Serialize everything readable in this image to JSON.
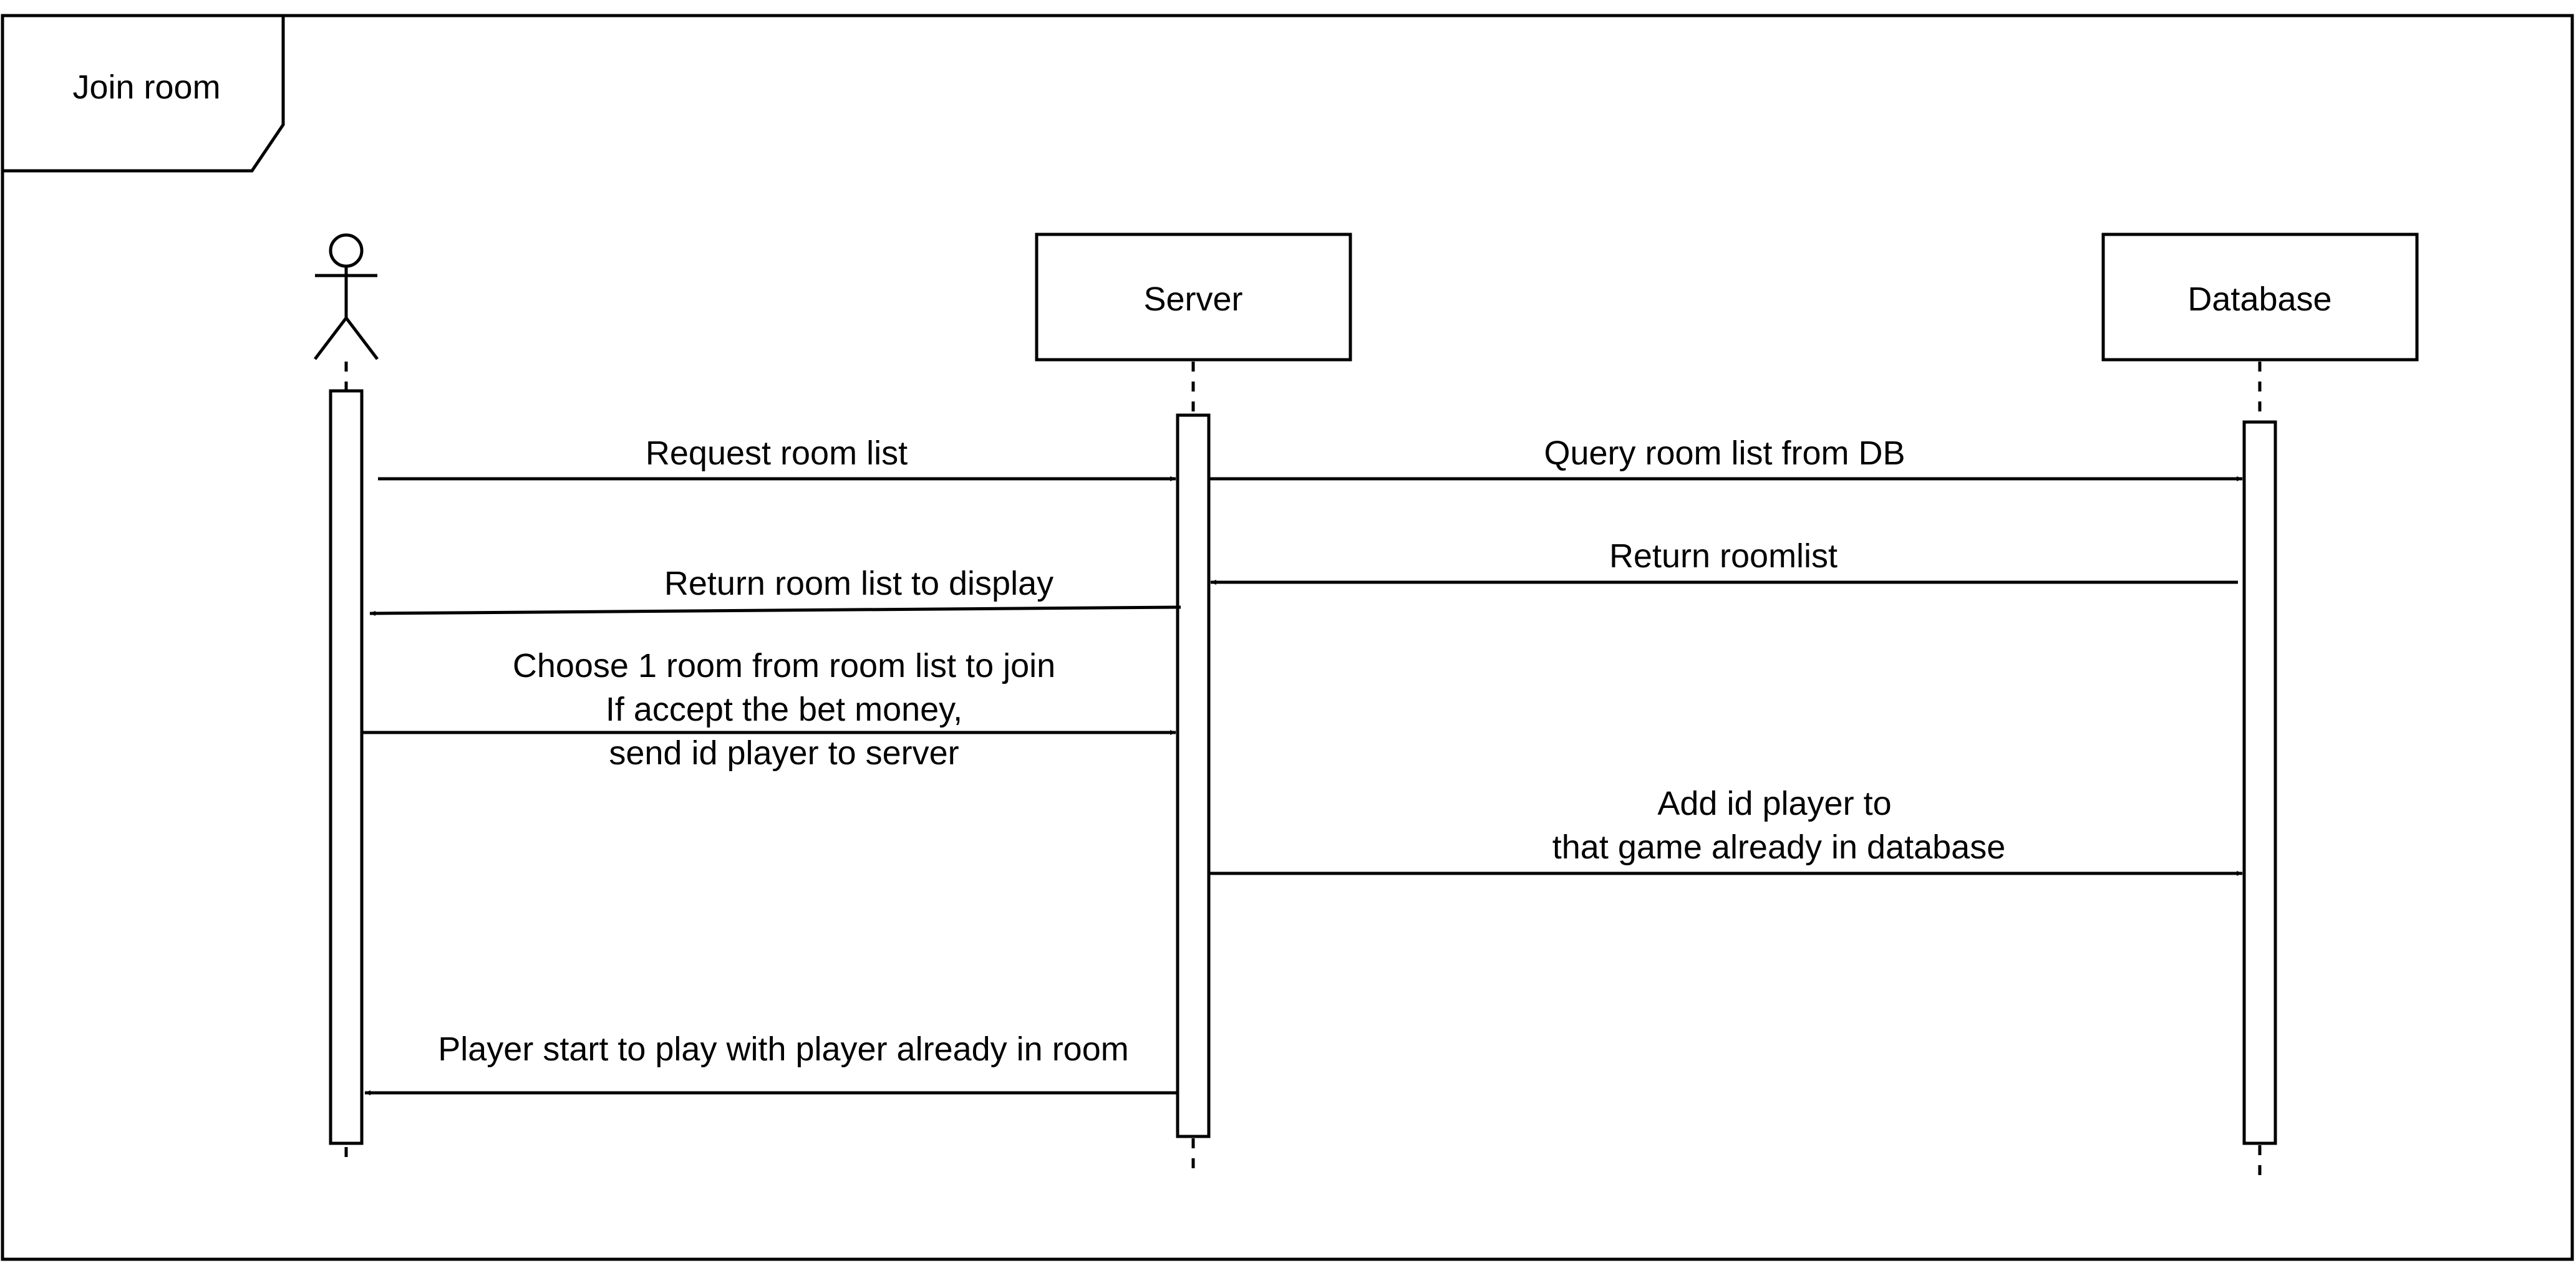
{
  "frame": {
    "title": "Join room"
  },
  "lifelines": {
    "server": {
      "label": "Server"
    },
    "database": {
      "label": "Database"
    }
  },
  "messages": [
    {
      "label_lines": [
        "Request room list"
      ]
    },
    {
      "label_lines": [
        "Query room list from DB"
      ]
    },
    {
      "label_lines": [
        "Return roomlist"
      ]
    },
    {
      "label_lines": [
        "Return room list to display"
      ]
    },
    {
      "label_lines": [
        "Choose  1 room from room list to join",
        "If accept the bet money,",
        "send id player to server"
      ]
    },
    {
      "label_lines": [
        "Add id player to",
        "that game already in database"
      ]
    },
    {
      "label_lines": [
        "Player start to play with player already in room"
      ]
    }
  ]
}
